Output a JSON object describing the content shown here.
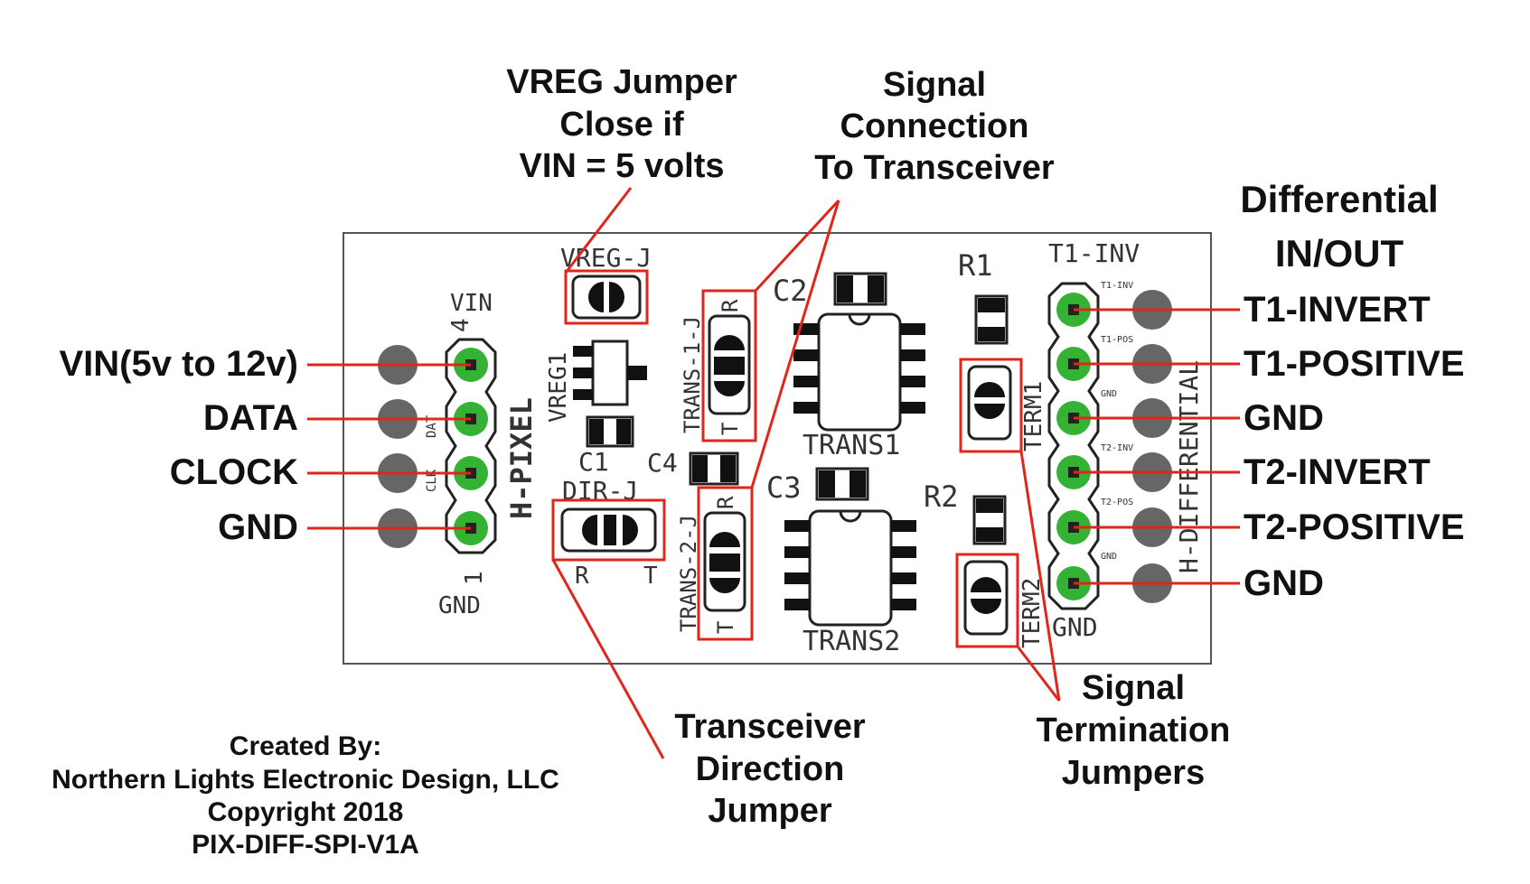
{
  "callouts": {
    "vreg": [
      "VREG Jumper",
      "Close if",
      "VIN = 5 volts"
    ],
    "signal_conn": [
      "Signal",
      "Connection",
      "To Transceiver"
    ],
    "differential": [
      "Differential",
      "IN/OUT"
    ],
    "dir": [
      "Transceiver",
      "Direction",
      "Jumper"
    ],
    "term": [
      "Signal",
      "Termination",
      "Jumpers"
    ]
  },
  "left_pins": [
    "VIN(5v to 12v)",
    "DATA",
    "CLOCK",
    "GND"
  ],
  "right_pins": [
    "T1-INVERT",
    "T1-POSITIVE",
    "GND",
    "T2-INVERT",
    "T2-POSITIVE",
    "GND"
  ],
  "silkscreen": {
    "vin": "VIN",
    "pin4": "4",
    "pin1": "1",
    "gnd_left": "GND",
    "h_pixel": "H-PIXEL",
    "dat": "DAT",
    "clk": "CLK",
    "vreg_j": "VREG-J",
    "vreg1": "VREG1",
    "c1": "C1",
    "c2": "C2",
    "c3": "C3",
    "c4": "C4",
    "dir_j": "DIR-J",
    "dir_r": "R",
    "dir_t": "T",
    "trans1_j": "TRANS-1-J",
    "trans2_j": "TRANS-2-J",
    "tj_r": "R",
    "tj_t": "T",
    "trans1": "TRANS1",
    "trans2": "TRANS2",
    "r1": "R1",
    "r2": "R2",
    "term1": "TERM1",
    "term2": "TERM2",
    "t1_inv_header": "T1-INV",
    "h_differential": "H-DIFFERENTIAL",
    "gnd_right": "GND",
    "small_pins": [
      "T1-INV",
      "T1-POS",
      "GND",
      "T2-INV",
      "T2-POS",
      "GND"
    ]
  },
  "credits": [
    "Created By:",
    "Northern Lights Electronic Design, LLC",
    "Copyright 2018",
    "PIX-DIFF-SPI-V1A"
  ],
  "colors": {
    "pad_green": "#33b233",
    "pad_gray": "#666666",
    "callout_red": "#e0261b",
    "component_black": "#111111"
  }
}
